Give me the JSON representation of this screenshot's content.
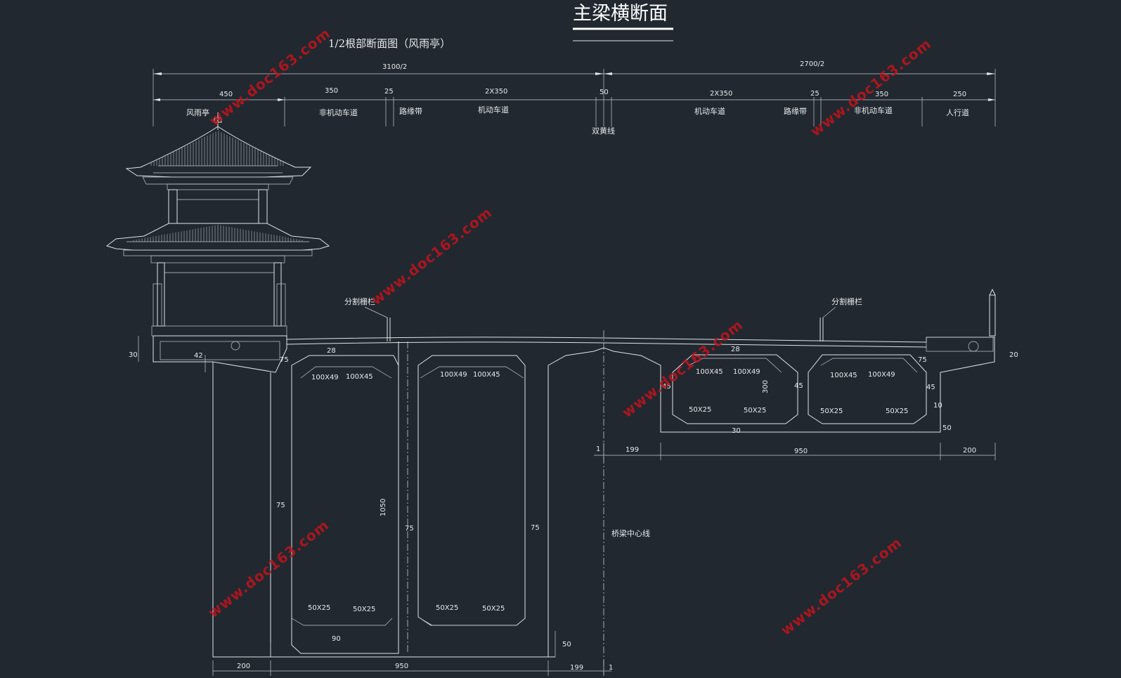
{
  "title": "主梁横断面",
  "subtitle": "1/2根部断面图（风雨亭）",
  "top_dims": {
    "left_total": "3100/2",
    "right_total": "2700/2"
  },
  "left_lanes": {
    "dims": [
      "450",
      "350",
      "25",
      "2X350",
      "50"
    ],
    "labels": [
      "风雨亭",
      "非机动车道",
      "路缘带",
      "机动车道"
    ],
    "center_label": "双黄线"
  },
  "right_lanes": {
    "dims": [
      "2X350",
      "25",
      "350",
      "250"
    ],
    "labels": [
      "机动车道",
      "路缘带",
      "非机动车道",
      "人行道"
    ]
  },
  "railing_labels": [
    "分割栅栏",
    "分割栅栏"
  ],
  "centerline_label": "桥梁中心线",
  "left_section": {
    "dims": [
      "30",
      "42",
      "75",
      "28",
      "75",
      "1050",
      "75",
      "75",
      "90",
      "50"
    ],
    "chamfers_top": [
      "100X49",
      "100X45",
      "100X49",
      "100X45"
    ],
    "chamfers_bottom": [
      "50X25",
      "50X25",
      "50X25",
      "50X25"
    ],
    "bottom_dims": [
      "200",
      "950",
      "199",
      "1"
    ]
  },
  "right_section": {
    "dims": [
      "28",
      "300",
      "45",
      "45",
      "45",
      "30",
      "75",
      "20",
      "10",
      "50"
    ],
    "chamfers_top": [
      "100X45",
      "100X49",
      "100X45",
      "100X49"
    ],
    "chamfers_bottom": [
      "50X25",
      "50X25",
      "50X25",
      "50X25"
    ],
    "bottom_dims": [
      "1",
      "199",
      "950",
      "200"
    ]
  },
  "watermark": "www.doc163.com",
  "colors": {
    "background": "#212830",
    "lines": "#dfe3e6",
    "watermark": "#c2141c"
  }
}
